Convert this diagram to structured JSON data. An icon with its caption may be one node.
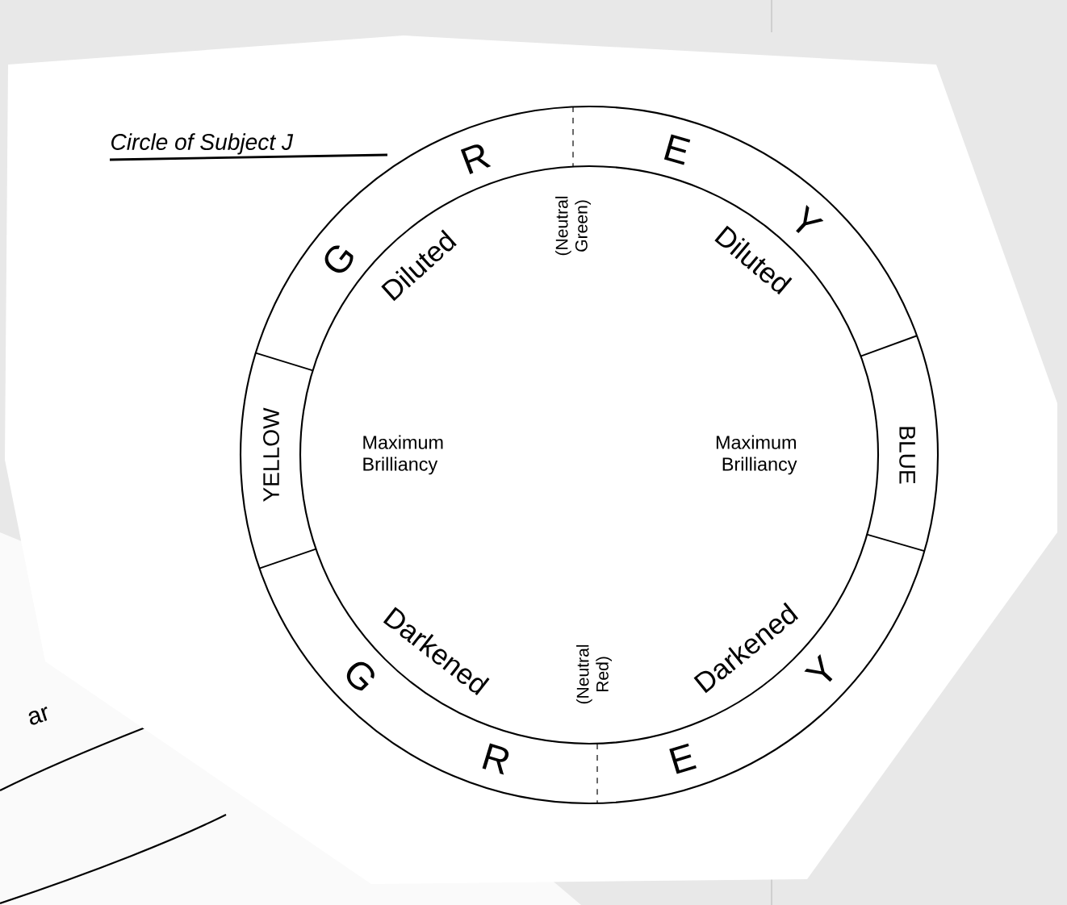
{
  "diagram": {
    "title": "Circle of Subject J",
    "labels": [
      "G",
      "R",
      "E",
      "Y",
      "Diluted",
      "(Neutral Green)",
      "Diluted",
      "YELLOW",
      "Maximum Brilliancy",
      "Maximum Brilliancy",
      "BLUE",
      "Darkened",
      "(Neutral Red)",
      "Darkened",
      "G",
      "R",
      "E",
      "Y",
      "ar"
    ]
  }
}
